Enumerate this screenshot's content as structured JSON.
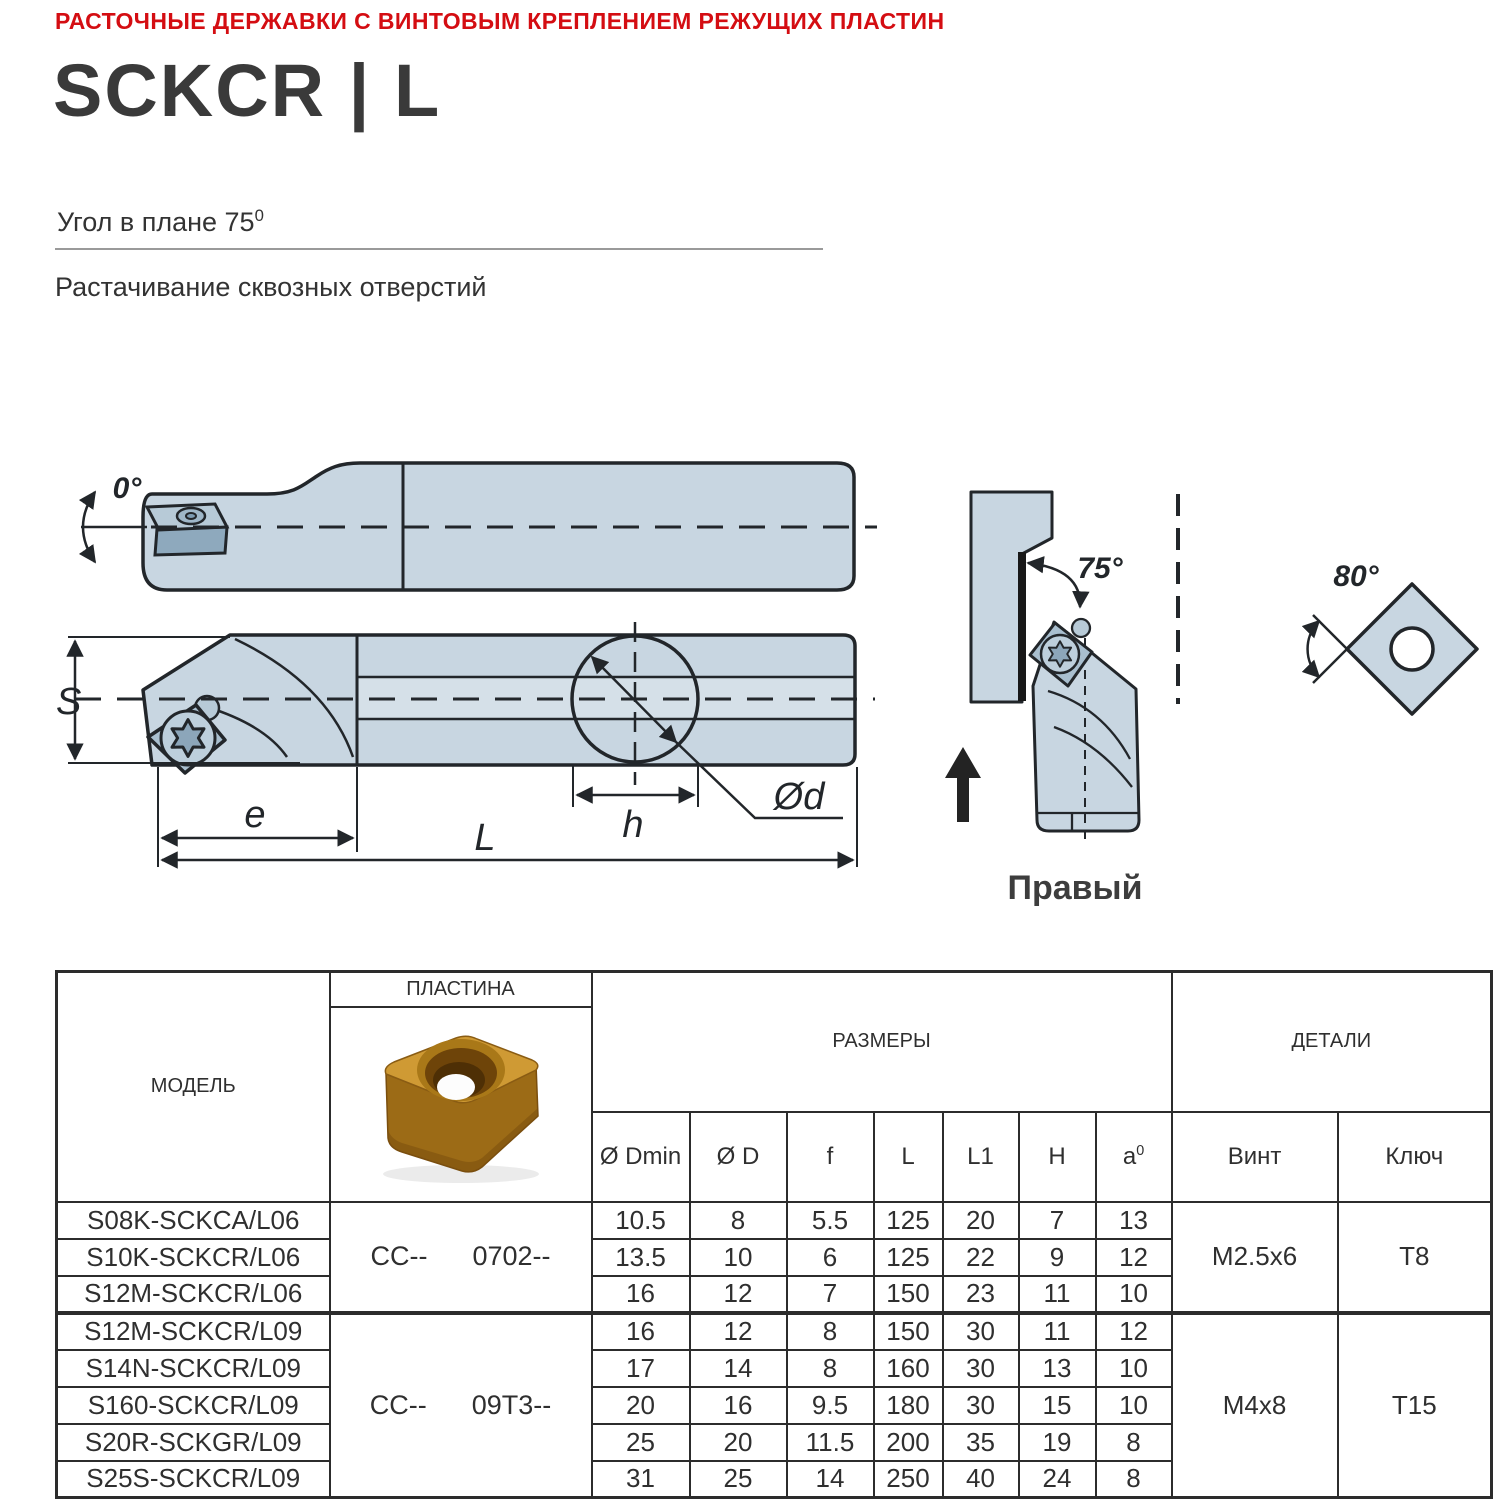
{
  "header": {
    "eyebrow": "РАСТОЧНЫЕ ДЕРЖАВКИ С ВИНТОВЫМ КРЕПЛЕНИЕМ РЕЖУЩИХ ПЛАСТИН",
    "title": "SCKCR | L"
  },
  "intro": {
    "subtitle_base": "Угол в плане 75",
    "subtitle_sup": "0",
    "description": "Растачивание сквозных отверстий"
  },
  "colors": {
    "accent_red": "#d40d12",
    "drawing_body_fill": "#c8d6e1",
    "drawing_band_fill": "#d5e0e8",
    "insert_face_fill": "#8ea9bd",
    "line": "#22262a",
    "gold_insert": "#c08b28"
  },
  "drawing": {
    "labels": {
      "rake_angle": "0°",
      "shank_height": "S",
      "head_length": "e",
      "total_length": "L",
      "head_width": "h",
      "shank_diameter": "Ød",
      "lead_angle": "75°",
      "insert_angle": "80°",
      "hand": "Правый"
    }
  },
  "table": {
    "col_model": "МОДЕЛЬ",
    "col_plate": "ПЛАСТИНА",
    "col_dimensions": "РАЗМЕРЫ",
    "col_details": "ДЕТАЛИ",
    "sub_dmin": "Ø Dmin",
    "sub_d": "Ø D",
    "sub_f": "f",
    "sub_l": "L",
    "sub_l1": "L1",
    "sub_h": "H",
    "sub_alpha_base": "a",
    "sub_alpha_sup": "0",
    "sub_screw": "Винт",
    "sub_key": "Ключ",
    "groups": [
      {
        "plate_code": "CC--      0702--",
        "screw": "M2.5x6",
        "key": "T8",
        "rows": [
          {
            "model": "S08K-SCKCA/L06",
            "dmin": "10.5",
            "d": "8",
            "f": "5.5",
            "l": "125",
            "l1": "20",
            "h": "7",
            "a": "13"
          },
          {
            "model": "S10K-SCKCR/L06",
            "dmin": "13.5",
            "d": "10",
            "f": "6",
            "l": "125",
            "l1": "22",
            "h": "9",
            "a": "12"
          },
          {
            "model": "S12M-SCKCR/L06",
            "dmin": "16",
            "d": "12",
            "f": "7",
            "l": "150",
            "l1": "23",
            "h": "11",
            "a": "10"
          }
        ]
      },
      {
        "plate_code": "CC--      09T3--",
        "screw": "M4x8",
        "key": "T15",
        "rows": [
          {
            "model": "S12M-SCKCR/L09",
            "dmin": "16",
            "d": "12",
            "f": "8",
            "l": "150",
            "l1": "30",
            "h": "11",
            "a": "12"
          },
          {
            "model": "S14N-SCKCR/L09",
            "dmin": "17",
            "d": "14",
            "f": "8",
            "l": "160",
            "l1": "30",
            "h": "13",
            "a": "10"
          },
          {
            "model": "S160-SCKCR/L09",
            "dmin": "20",
            "d": "16",
            "f": "9.5",
            "l": "180",
            "l1": "30",
            "h": "15",
            "a": "10"
          },
          {
            "model": "S20R-SCKGR/L09",
            "dmin": "25",
            "d": "20",
            "f": "11.5",
            "l": "200",
            "l1": "35",
            "h": "19",
            "a": "8"
          },
          {
            "model": "S25S-SCKCR/L09",
            "dmin": "31",
            "d": "25",
            "f": "14",
            "l": "250",
            "l1": "40",
            "h": "24",
            "a": "8"
          }
        ]
      }
    ]
  }
}
